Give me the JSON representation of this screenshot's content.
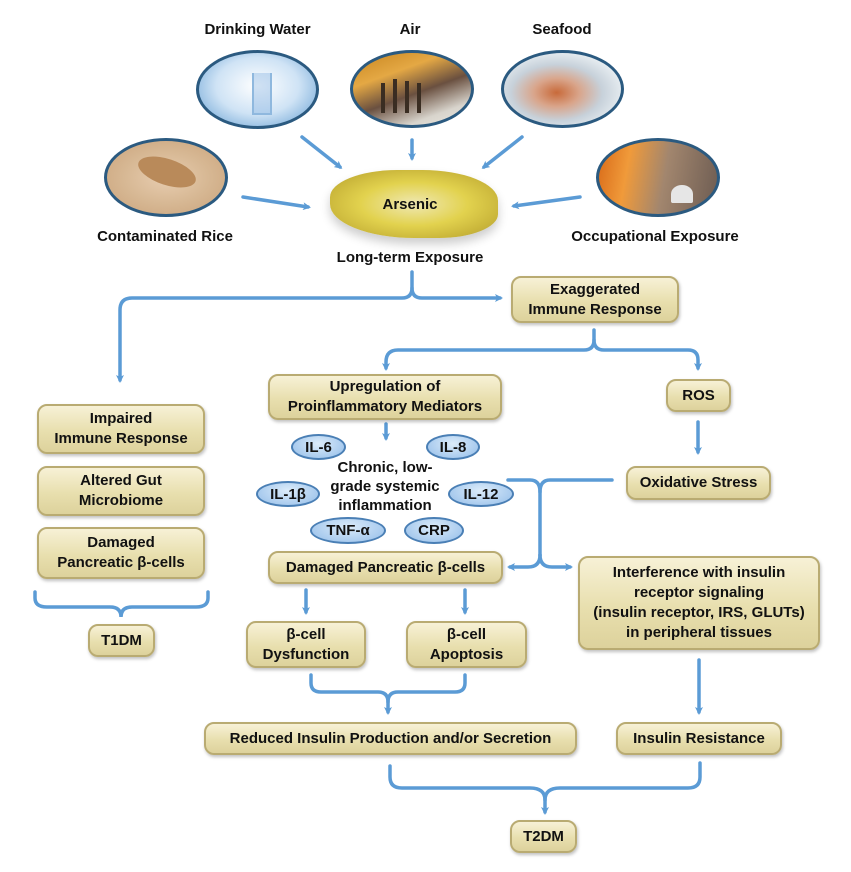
{
  "sources": {
    "drinking_water": "Drinking Water",
    "air": "Air",
    "seafood": "Seafood",
    "contaminated_rice": "Contaminated Rice",
    "occupational_exposure": "Occupational Exposure"
  },
  "center": {
    "arsenic": "Arsenic",
    "long_term_exposure": "Long-term Exposure"
  },
  "left_branch": {
    "impaired_immune": [
      "Impaired",
      "Immune Response"
    ],
    "altered_gut": [
      "Altered Gut",
      "Microbiome"
    ],
    "damaged_beta": [
      "Damaged",
      "Pancreatic β-cells"
    ],
    "outcome": "T1DM"
  },
  "right_branch": {
    "exaggerated_immune": [
      "Exaggerated",
      "Immune Response"
    ],
    "upregulation": [
      "Upregulation of",
      "Proinflammatory Mediators"
    ],
    "ros": "ROS",
    "oxidative_stress": "Oxidative Stress",
    "inflammation_text": [
      "Chronic, low-",
      "grade systemic",
      "inflammation"
    ],
    "mediators": {
      "il6": "IL-6",
      "il8": "IL-8",
      "il1b": "IL-1β",
      "il12": "IL-12",
      "tnfa": "TNF-α",
      "crp": "CRP"
    },
    "damaged_beta": "Damaged Pancreatic β-cells",
    "beta_dysfunction": [
      "β-cell",
      "Dysfunction"
    ],
    "beta_apoptosis": [
      "β-cell",
      "Apoptosis"
    ],
    "interference": [
      "Interference with insulin",
      "receptor signaling",
      "(insulin receptor, IRS, GLUTs)",
      "in peripheral tissues"
    ],
    "reduced_insulin": "Reduced Insulin Production and/or Secretion",
    "insulin_resistance": "Insulin Resistance",
    "outcome": "T2DM"
  },
  "colors": {
    "arrow": "#5b9bd5",
    "box_fill": "#e8dfae",
    "box_border": "#b9ab72",
    "pill_fill": "#a9cbee",
    "oval_border": "#2b5a80"
  }
}
